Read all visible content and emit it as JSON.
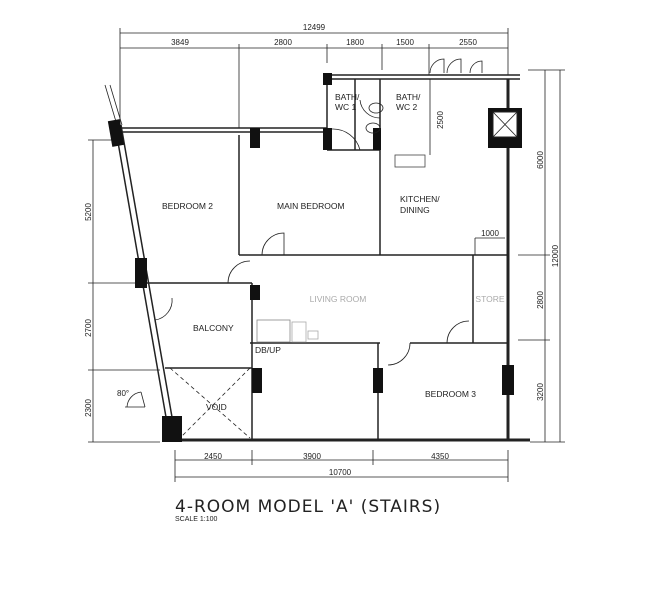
{
  "plan": {
    "title": "4-ROOM MODEL 'A' (STAIRS)",
    "scale": "SCALE  1:100",
    "dimensions": {
      "top_overall": "12499",
      "top": [
        "3849",
        "2800",
        "1800",
        "1500",
        "2550"
      ],
      "right": [
        "6000",
        "2800",
        "3200"
      ],
      "right_overall": "12000",
      "left": [
        "5200",
        "2700",
        "2300"
      ],
      "bottom": [
        "2450",
        "3900",
        "4350"
      ],
      "bottom_overall": "10700",
      "kitchen_store": "1000",
      "bath_depth": "2500",
      "angle": "80°"
    },
    "rooms": {
      "bath1_a": "BATH/",
      "bath1_b": "WC 1",
      "bath2_a": "BATH/",
      "bath2_b": "WC 2",
      "bedroom2": "BEDROOM 2",
      "main_bedroom": "MAIN BEDROOM",
      "kitchen_a": "KITCHEN/",
      "kitchen_b": "DINING",
      "living": "LIVING ROOM",
      "store": "STORE",
      "balcony": "BALCONY",
      "dbup": "DB/UP",
      "void": "VOID",
      "bedroom3": "BEDROOM 3"
    }
  }
}
